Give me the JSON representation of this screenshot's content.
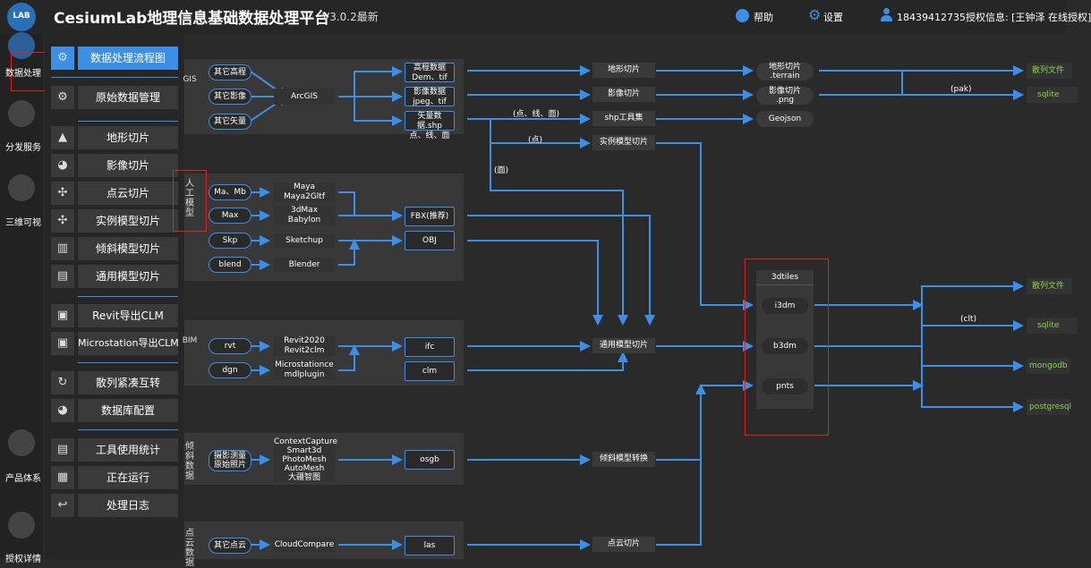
{
  "app": {
    "title": "CesiumLab地理信息基础数据处理平台",
    "version": "V3.0.2最新"
  },
  "topbar": {
    "help": "帮助",
    "settings": "设置",
    "license": "18439412735授权信息: [王钟泽 在线授权]"
  },
  "logo": {
    "text": "LAB"
  },
  "left_nav": [
    {
      "label": "数据处理"
    },
    {
      "label": "分发服务"
    },
    {
      "label": "三维可视"
    },
    {
      "label": "产品体系"
    },
    {
      "label": "授权详情"
    }
  ],
  "menu": [
    {
      "label": "数据处理流程图",
      "icon": "gear-icon"
    },
    {
      "label": "原始数据管理",
      "icon": "gear-icon"
    },
    {
      "label": "地形切片",
      "icon": "mountain-icon"
    },
    {
      "label": "影像切片",
      "icon": "globe-icon"
    },
    {
      "label": "点云切片",
      "icon": "nodes-icon"
    },
    {
      "label": "实例模型切片",
      "icon": "nodes-icon"
    },
    {
      "label": "倾斜模型切片",
      "icon": "buildings-icon"
    },
    {
      "label": "通用模型切片",
      "icon": "building-icon"
    },
    {
      "label": "Revit导出CLM",
      "icon": "file-icon"
    },
    {
      "label": "Microstation导出CLM",
      "icon": "file-icon"
    },
    {
      "label": "散列紧凑互转",
      "icon": "refresh-icon"
    },
    {
      "label": "数据库配置",
      "icon": "globe-icon"
    },
    {
      "label": "工具使用统计",
      "icon": "document-icon"
    },
    {
      "label": "正在运行",
      "icon": "chart-icon"
    },
    {
      "label": "处理日志",
      "icon": "undo-icon"
    }
  ],
  "flow": {
    "gis": {
      "title": "GIS",
      "inputs": [
        "其它高程",
        "其它影像",
        "其它矢量"
      ],
      "tool": "ArcGIS",
      "outputs": [
        [
          "高程数据",
          "Dem、tif"
        ],
        [
          "影像数据",
          "jpeg、tif"
        ],
        [
          "矢量数据.shp",
          "点、线、面"
        ]
      ]
    },
    "manual": {
      "title": "人工模型",
      "inputs": [
        "Ma、Mb",
        "Max",
        "Skp",
        "blend"
      ],
      "tools": [
        [
          "Maya",
          "Maya2Gltf"
        ],
        [
          "3dMax",
          "Babylon"
        ],
        [
          "Sketchup"
        ],
        [
          "Blender"
        ]
      ],
      "outputs": [
        "FBX(推荐)",
        "OBJ"
      ]
    },
    "bim": {
      "title": "BIM",
      "inputs": [
        "rvt",
        "dgn"
      ],
      "tools": [
        [
          "Revit2020",
          "Revit2clm"
        ],
        [
          "Microstationce",
          "mdlplugin"
        ]
      ],
      "outputs": [
        "ifc",
        "clm"
      ]
    },
    "oblique": {
      "title": "倾斜数据",
      "input": [
        "摄影测量",
        "原始照片"
      ],
      "tools": [
        "ContextCapture",
        "Smart3d",
        "PhotoMesh",
        "AutoMesh",
        "大疆智图"
      ],
      "output": "osgb"
    },
    "pointcloud": {
      "title": "点云数据",
      "input": "其它点云",
      "tool": "CloudCompare",
      "output": "las"
    },
    "process": [
      "地形切片",
      "影像切片",
      "shp工具集",
      "实例模型切片",
      "通用模型切片",
      "倾斜模型转换",
      "点云切片"
    ],
    "results": [
      [
        "地形切片",
        ".terrain"
      ],
      [
        "影像切片",
        ".png"
      ],
      [
        "Geojson"
      ]
    ],
    "tiles": {
      "title": "3dtiles",
      "items": [
        "i3dm",
        "b3dm",
        "pnts"
      ]
    },
    "edge_labels": {
      "pt_line_area": "(点、线、面)",
      "pt": "(点)",
      "area": "(面)",
      "pak": "(pak)",
      "clt": "(clt)"
    },
    "storage_top": [
      "散列文件",
      "sqlite"
    ],
    "storage_bottom": [
      "散列文件",
      "sqlite",
      "mongodb",
      "postgresql"
    ]
  }
}
